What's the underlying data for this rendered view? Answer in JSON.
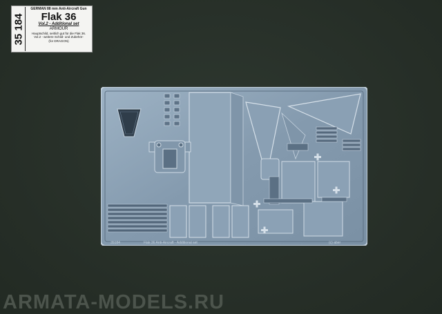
{
  "label": {
    "product_code": "35 184",
    "line1": "GERMAN 88 mm Anti-Aircraft Gun",
    "title": "Flak 36",
    "subtitle": "Vol.2 - Additional set",
    "category": "ARMOUR",
    "description": [
      "Hauptschild, seitlich gut für die Flak 36.",
      "Vol.2 - weitere Schild- und Zubehör-",
      "(for DRAGON)"
    ]
  },
  "fret_text": {
    "code_mark": "35184",
    "center_text": "Flak 36 Anti-Aircraft - Additional set",
    "right_mark": "(c) aber"
  },
  "watermark": "ARMATA-MODELS.RU",
  "colors": {
    "background": "#283028",
    "fret_metal": "#8aa0b4",
    "fret_highlight": "#c6d3df",
    "part_shadow": "#3a4a58"
  }
}
